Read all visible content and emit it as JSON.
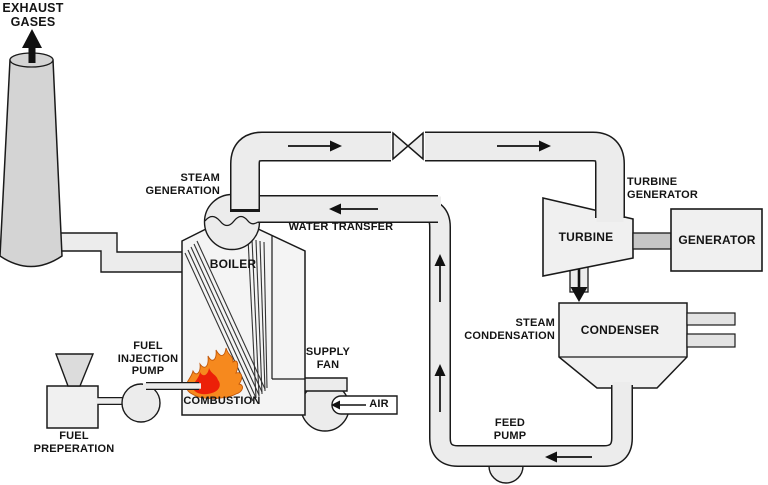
{
  "diagram_title": "Steam power plant process diagram",
  "labels": {
    "exhaust_gases": {
      "line1": "EXHAUST",
      "line2": "GASES"
    },
    "steam_generation": {
      "line1": "STEAM",
      "line2": "GENERATION"
    },
    "boiler": "BOILER",
    "water_transfer": "WATER TRANSFER",
    "combustion": "COMBUSTION",
    "fuel_injection_pump": {
      "line1": "FUEL",
      "line2": "INJECTION",
      "line3": "PUMP"
    },
    "fuel_preperation": {
      "line1": "FUEL",
      "line2": "PREPERATION"
    },
    "supply_fan": {
      "line1": "SUPPLY",
      "line2": "FAN"
    },
    "air": "AIR",
    "turbine": "TURBINE",
    "turbine_generator": {
      "line1": "TURBINE",
      "line2": "GENERATOR"
    },
    "generator": "GENERATOR",
    "condenser": "CONDENSER",
    "steam_condensation": {
      "line1": "STEAM",
      "line2": "CONDENSATION"
    },
    "feed_pump": {
      "line1": "FEED",
      "line2": "PUMP"
    }
  },
  "colors": {
    "outline": "#1a1a1a",
    "text": "#141414",
    "pipe_fill": "#ececec",
    "boiler_fill": "#f4f4f4",
    "equipment_fill": "#f0f0f0",
    "chimney_fill": "#d4d4d4",
    "hopper_fill": "#dcdcdc",
    "shaft_fill": "#c6c6c6",
    "cooling_pipe_fill": "#e3e3e3",
    "air_pipe_fill": "#ffffff",
    "flame_outer": "#f6891e",
    "flame_core": "#ec2008",
    "flame_edge": "#c25708",
    "arrow": "#111111"
  }
}
